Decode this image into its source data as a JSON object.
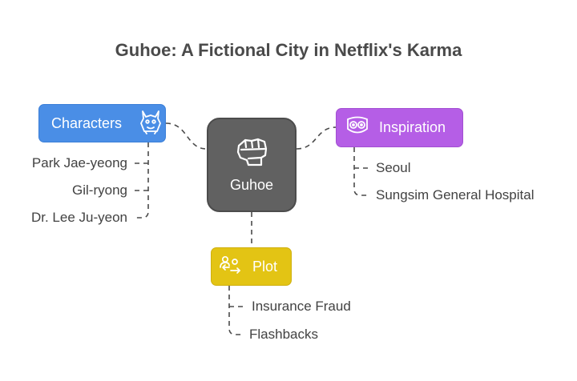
{
  "title": "Guhoe: A Fictional City in Netflix's Karma",
  "center": {
    "label": "Guhoe",
    "icon": "fist-icon"
  },
  "branches": {
    "characters": {
      "label": "Characters",
      "icon": "dragon-mask-icon",
      "color": "#4a8ee6",
      "items": [
        "Park Jae-yeong",
        "Gil-ryong",
        "Dr. Lee Ju-yeon"
      ]
    },
    "inspiration": {
      "label": "Inspiration",
      "icon": "owl-eyes-icon",
      "color": "#b55ee6",
      "items": [
        "Seoul",
        "Sungsim General Hospital"
      ]
    },
    "plot": {
      "label": "Plot",
      "icon": "people-exchange-icon",
      "color": "#e3c414",
      "items": [
        "Insurance Fraud",
        "Flashbacks"
      ]
    }
  },
  "colors": {
    "center": "#616161",
    "connector": "#4a4a4a",
    "text": "#424242"
  }
}
